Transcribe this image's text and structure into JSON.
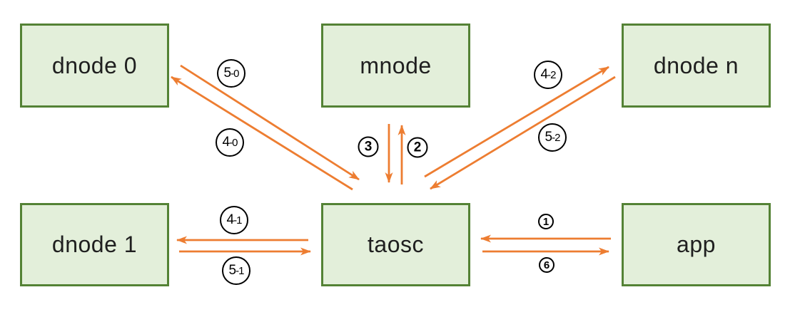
{
  "diagram": {
    "title": "",
    "nodes": [
      {
        "id": "dnode0",
        "label": "dnode 0"
      },
      {
        "id": "mnode",
        "label": "mnode"
      },
      {
        "id": "dnoden",
        "label": "dnode n"
      },
      {
        "id": "dnode1",
        "label": "dnode 1"
      },
      {
        "id": "taosc",
        "label": "taosc"
      },
      {
        "id": "app",
        "label": "app"
      }
    ],
    "edges": [
      {
        "label": "1",
        "from": "app",
        "to": "taosc",
        "style": "small-circle"
      },
      {
        "label": "2",
        "from": "taosc",
        "to": "mnode",
        "style": "medium-circle"
      },
      {
        "label": "3",
        "from": "mnode",
        "to": "taosc",
        "style": "medium-circle"
      },
      {
        "label": "4-0",
        "from": "taosc",
        "to": "dnode 0",
        "style": "large-circle"
      },
      {
        "label": "5-0",
        "from": "dnode 0",
        "to": "taosc",
        "style": "large-circle"
      },
      {
        "label": "4-1",
        "from": "taosc",
        "to": "dnode 1",
        "style": "large-circle"
      },
      {
        "label": "5-1",
        "from": "dnode 1",
        "to": "taosc",
        "style": "large-circle"
      },
      {
        "label": "4-2",
        "from": "taosc",
        "to": "dnode n",
        "style": "large-circle"
      },
      {
        "label": "5-2",
        "from": "dnode n",
        "to": "taosc",
        "style": "large-circle"
      },
      {
        "label": "6",
        "from": "taosc",
        "to": "app",
        "style": "small-circle"
      }
    ],
    "colors": {
      "arrow": "#ED7D31",
      "box_fill": "#E3EFDA",
      "box_border": "#548235",
      "label_border": "#000000",
      "text": "#1F1F1F",
      "background": "#FFFFFF"
    }
  }
}
